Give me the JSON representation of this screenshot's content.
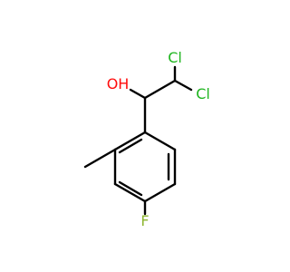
{
  "molecule": {
    "atom_labels": {
      "hydroxyl": "OH",
      "chlorine_top": "Cl",
      "chlorine_right": "Cl",
      "fluorine": "F"
    },
    "colors": {
      "bond": "#000000",
      "oxygen": "#ff0d0d",
      "chlorine": "#1fb51f",
      "fluorine": "#8db52f"
    }
  }
}
